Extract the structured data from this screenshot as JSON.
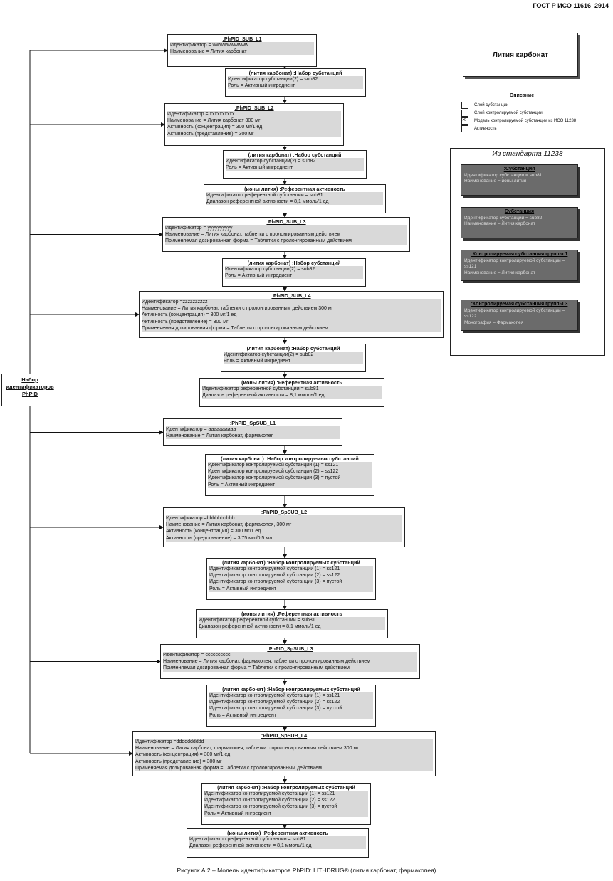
{
  "header": "ГОСТ Р ИСО 11616–2914",
  "caption": "Рисунок А.2 – Модель идентификаторов PhPID: LITHDRUG® (лития карбонат, фармакопея)",
  "root_label": [
    "Набор",
    "идентификаторов",
    "PhPID"
  ],
  "title_box": "Лития карбонат",
  "legend": {
    "title": "Описание",
    "items": [
      "Слой субстанции",
      "Слой контролируемой субстанции",
      "Модель контролируемой субстанции из ИСО    11238",
      "Активность"
    ]
  },
  "standard": {
    "title": "Из стандарта 11238",
    "boxes": [
      {
        "title": ":Субстанция",
        "lines": [
          "Идентификатор субстанции = sub81",
          "Наименование = ионы лития"
        ]
      },
      {
        "title": "Субстанция",
        "lines": [
          "Идентификатор субстанции = sub82",
          "Наименование = Лития карбонат"
        ]
      },
      {
        "title": ":Контролируемая субстанция группы 1",
        "lines": [
          "Идентификатор контролируемой субстанции =",
          "ss121",
          "Наименование = Лития карбонат"
        ]
      },
      {
        "title": ":Контролируемая субстанция группы 3",
        "lines": [
          "Идентификатор контролируемой субстанции =",
          "ss122",
          "Монография = Фармакопея"
        ]
      }
    ]
  },
  "boxes": [
    {
      "title": ":PhPID_SUB_L1",
      "lines": [
        "Идентификатор = wwwwwwwwww",
        "Наименование = Лития карбонат"
      ]
    },
    {
      "title": "(лития карбонат) :Набор субстанций",
      "lines": [
        "Идентификатор субстанции(2) = sub82",
        "Роль = Активный ингредиент"
      ]
    },
    {
      "title": ":PhPID_SUB_L2",
      "lines": [
        "Идентификатор = xxxxxxxxxx",
        "Наименование = Лития карбонат 300 мг",
        "Активность (концентрация) = 300 мг/1 ед",
        "Активность (представление) = 300 мг"
      ]
    },
    {
      "title": "(лития карбонат) :Набор субстанций",
      "lines": [
        "Идентификатор субстанции(2) = sub82",
        "Роль = Активный ингредиент"
      ]
    },
    {
      "title": "(ионы лития) :Референтная активность",
      "lines": [
        "Идентификатор референтной субстанции = sub81",
        "Диапазон референтной активности = 8,1 ммоль/1 ед"
      ]
    },
    {
      "title": ":PhPID_SUB_L3",
      "lines": [
        "Идентификатор = yyyyyyyyyy",
        "Наименование =  Лития карбонат, таблетки с пролонгированным действием",
        "Применяемая дозированная форма = Таблетки с пролонгированным действием"
      ]
    },
    {
      "title": "(лития карбонат) :Набор субстанций",
      "lines": [
        "Идентификатор субстанции(2) = sub82",
        "Роль = Активный ингредиент"
      ]
    },
    {
      "title": ":PhPID_SUB_L4",
      "lines": [
        "Идентификатор =zzzzzzzzzz",
        "Наименование = Лития карбонат, таблетки с пролонгированным действием 300 мг",
        "Активность (концентрация) = 300 мг/1 ед",
        "Активность (представление) = 300 мг",
        "Применяемая дозированная форма = Таблетки с пролонгированным действием"
      ]
    },
    {
      "title": "(лития карбонат) :Набор субстанций",
      "lines": [
        "Идентификатор субстанции(2) = sub82",
        "Роль = Активный ингредиент"
      ]
    },
    {
      "title": "(ионы лития) :Референтная активность",
      "lines": [
        "Идентификатор референтной субстанции = sub81",
        "Диапазон референтной активности = 8,1 ммоль/1 ед"
      ]
    },
    {
      "title": ":PhPID_SpSUB_L1",
      "lines": [
        "Идентификатор = aaaaaaaaaa",
        "Наименование = Лития карбонат, фармакопея"
      ]
    },
    {
      "title": "(лития карбонат) :Набор контролируемых субстанций",
      "lines": [
        "Идентификатор контролируемой субстанции (1) = ss121",
        "Идентификатор контролируемой субстанции (2) = ss122",
        "Идентификатор контролируемой субстанции (3) = пустой",
        "Роль = Активный ингредиент"
      ]
    },
    {
      "title": ":PhPID_SpSUB_L2",
      "lines": [
        "Идентификатор =bbbbbbbbbb",
        "Наименование = Лития карбонат, фармакопея, 300 мг",
        "Активность (концентрация) = 300 мг/1 ед",
        "Активность (представление) = 3,75 мкг/0,5 мл"
      ]
    },
    {
      "title": "(лития карбонат) :Набор контролируемых субстанций",
      "lines": [
        "Идентификатор контролируемой субстанции (1) = ss121",
        "Идентификатор контролируемой субстанции (2) = ss122",
        "Идентификатор контролируемой субстанции (3) = пустой",
        "Роль = Активный ингредиент"
      ]
    },
    {
      "title": "(ионы лития) :Референтная активность",
      "lines": [
        "Идентификатор референтной субстанции = sub81",
        "Диапазон референтной активности = 8,1 ммоль/1 ед"
      ]
    },
    {
      "title": ":PhPID_SpSUB_L3",
      "lines": [
        "Идентификатор = cccccccccc",
        "Наименование = Лития карбонат, фармакопея, таблетки с пролонгированным действием",
        "Применяемая дозированная форма = Таблетки с пролонгированным действием"
      ]
    },
    {
      "title": "(лития карбонат) :Набор контролируемых субстанций",
      "lines": [
        "Идентификатор контролируемой субстанции (1) = ss121",
        "Идентификатор контролируемой субстанции (2) = ss122",
        "Идентификатор контролируемой субстанции (3) = пустой",
        "Роль = Активный ингредиент"
      ]
    },
    {
      "title": ":PhPID_SpSUB_L4",
      "lines": [
        "Идентификатор =dddddddddd",
        "Наименование = Лития карбонат, фармакопея, таблетки с пролонгированным действием 300 мг",
        "Активность (концентрация) = 300 мг/1 ед",
        "Активность (представление) = 300 мг",
        "Применяемая дозированная форма = Таблетки с пролонгированным действием"
      ]
    },
    {
      "title": "(лития карбонат) :Набор контролируемых субстанций",
      "lines": [
        "Идентификатор контролируемой субстанции (1) = ss121",
        "Идентификатор контролируемой субстанции (2) = ss122",
        "Идентификатор контролируемой субстанции (3) = пустой",
        "Роль = Активный ингредиент"
      ]
    },
    {
      "title": "(ионы лития) :Референтная активность",
      "lines": [
        "Идентификатор референтной субстанции = sub81",
        "Диапазон референтной активности = 8,1 ммоль/1 ед"
      ]
    }
  ]
}
